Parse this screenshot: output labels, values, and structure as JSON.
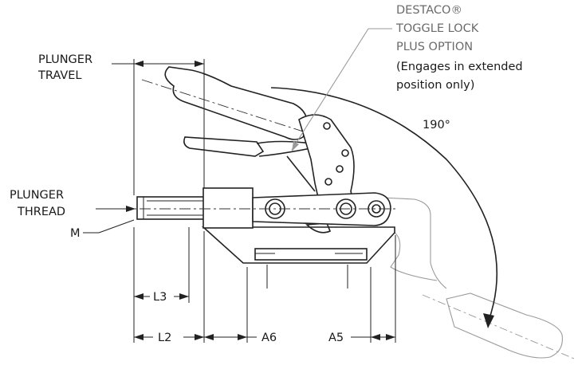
{
  "labels": {
    "plunger_travel_line1": "PLUNGER",
    "plunger_travel_line2": "TRAVEL",
    "plunger_thread_line1": "PLUNGER",
    "plunger_thread_line2": "THREAD",
    "plunger_thread_line3": "M",
    "option_line1": "DESTACO®",
    "option_line2": "TOGGLE LOCK",
    "option_line3": "PLUS OPTION",
    "option_line4": "(Engages in extended",
    "option_line5": " position only)",
    "angle": "190°",
    "dim_l3": "L3",
    "dim_l2": "L2",
    "dim_a6": "A6",
    "dim_a5": "A5"
  },
  "colors": {
    "line": "#222222",
    "ghost_line": "#9a9a9a",
    "option_text": "#6b6b6b"
  }
}
